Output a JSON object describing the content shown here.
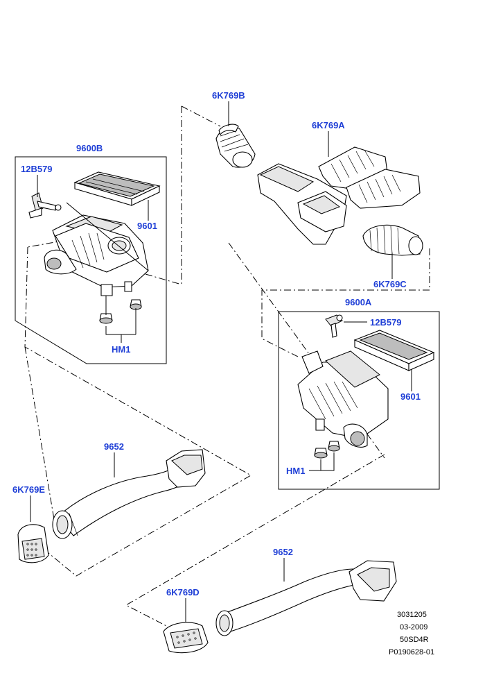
{
  "callouts": {
    "p6k769b": "6K769B",
    "p6k769a": "6K769A",
    "p9600b": "9600B",
    "p12b579_left": "12B579",
    "p9601_left": "9601",
    "phm1_left": "HM1",
    "p6k769c": "6K769C",
    "p9600a": "9600A",
    "p12b579_right": "12B579",
    "p9601_right": "9601",
    "phm1_right": "HM1",
    "p9652_upper": "9652",
    "p6k769e": "6K769E",
    "p9652_lower": "9652",
    "p6k769d": "6K769D"
  },
  "meta": {
    "line1": "3031205",
    "line2": "03-2009",
    "line3": "50SD4R",
    "line4": "P0190628-01"
  },
  "colors": {
    "callout": "#1f3fd6",
    "line": "#000000",
    "background": "#ffffff"
  }
}
